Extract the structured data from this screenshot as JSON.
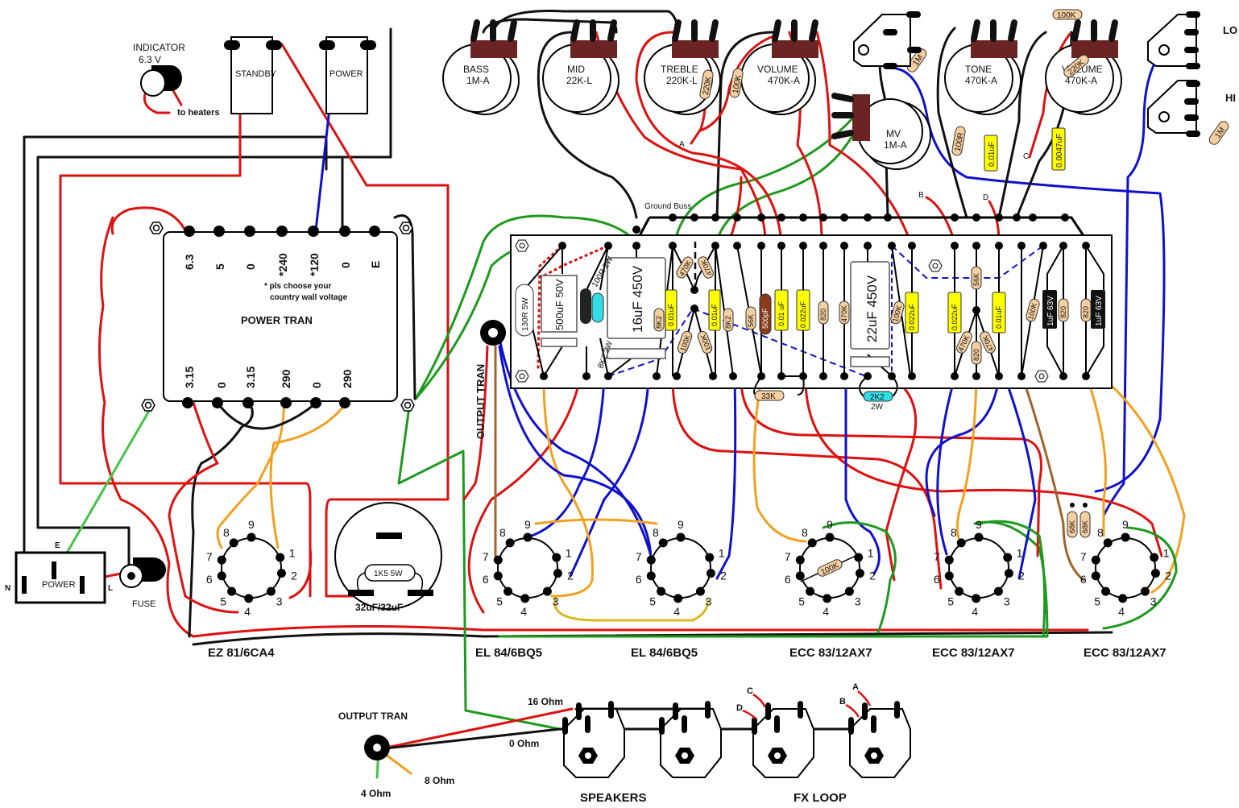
{
  "diagram": {
    "title": "Tube guitar amplifier point-to-point wiring layout",
    "colors": {
      "wire_red": "#dd1111",
      "wire_black": "#111111",
      "wire_blue": "#1111cc",
      "wire_green": "#1d9a1d",
      "wire_orange": "#f2a01e",
      "wire_brown": "#a0632c",
      "resistor": "#f5cfa0",
      "capacitor_film": "#ffff00",
      "capacitor_electrolytic": "#ffffff",
      "pot_lug": "#6b2323",
      "cap_ceramic": "#8b3a1a",
      "resistor_power_cyan": "#33dde8"
    },
    "indicator": {
      "label_line1": "INDICATOR",
      "label_line2": "6.3 V",
      "note": "to heaters"
    },
    "switches": [
      {
        "label": "STANDBY"
      },
      {
        "label": "POWER"
      }
    ],
    "power_transformer": {
      "title": "POWER TRAN",
      "note_line1": "* pls choose your",
      "note_line2": "country wall voltage",
      "top_taps": [
        "6.3",
        "5",
        "0",
        "*240",
        "*120",
        "0",
        "E"
      ],
      "bottom_taps": [
        "3.15",
        "0",
        "3.15",
        "290",
        "0",
        "290"
      ]
    },
    "iec_inlet": {
      "label": "POWER",
      "pins": [
        "N",
        "E",
        "L"
      ]
    },
    "fuse": {
      "label": "FUSE"
    },
    "filter_cap_can": {
      "resistor": "1K5 5W",
      "label": "32uF/32uF"
    },
    "output_transformer_top": {
      "label": "OUTPUT TRAN"
    },
    "pots": [
      {
        "name": "BASS",
        "value": "1M-A"
      },
      {
        "name": "MID",
        "value": "22K-L"
      },
      {
        "name": "TREBLE",
        "value": "220K-L"
      },
      {
        "name": "VOLUME",
        "value": "470K-A"
      },
      {
        "name": "MV",
        "value": "1M-A"
      },
      {
        "name": "TONE",
        "value": "470K-A"
      },
      {
        "name": "VOLUME",
        "value": "470K-A"
      }
    ],
    "pot_area_parts": {
      "treble_res": "220K",
      "vol_res": "100K",
      "input_res": "1M",
      "tone_res": "100R",
      "tone_cap": "0.01uF",
      "vol2_cap": "0.0047uF",
      "vol2_res": "220K",
      "bridge_res": "100K",
      "hi_res": "1M"
    },
    "inputs": {
      "lo": "LO",
      "hi": "HI"
    },
    "junction_letters": [
      "A",
      "B",
      "C",
      "D"
    ],
    "ground_buss": {
      "label": "Ground Buss"
    },
    "board": {
      "electrolytics": [
        {
          "label": "500uF 50V"
        },
        {
          "label": "16uF 450V"
        },
        {
          "label": "22uF 450V"
        },
        {
          "label": "1uF 63V"
        },
        {
          "label": "1uF 63V"
        }
      ],
      "resistors": [
        "130R 5W",
        "100R 2W",
        "8K2 2W",
        "8K2",
        "470K",
        "470K",
        "100K",
        "100K",
        "8K2",
        "56K",
        "820",
        "470K",
        "100K",
        "56K",
        "470K",
        "820",
        "470K",
        "100K",
        "820",
        "820"
      ],
      "caps": [
        "0.01uF",
        "0.01uF",
        "500pF",
        "0.01 uF",
        "0.022uF",
        "0.022uF",
        "0.022uF",
        "0.01uF"
      ],
      "below_board": {
        "r33k": "33K",
        "r2k2": "2K2",
        "r2k2_rating": "2W"
      }
    },
    "tubes": [
      {
        "label": "EZ 81/6CA4"
      },
      {
        "label": "EL 84/6BQ5"
      },
      {
        "label": "EL 84/6BQ5"
      },
      {
        "label": "ECC 83/12AX7",
        "internal_res": "100K"
      },
      {
        "label": "ECC 83/12AX7"
      },
      {
        "label": "ECC 83/12AX7",
        "grid_res": [
          "68K",
          "68K"
        ]
      }
    ],
    "pin_numbers": [
      "1",
      "2",
      "3",
      "4",
      "5",
      "6",
      "7",
      "8",
      "9"
    ],
    "output_section": {
      "label": "OUTPUT TRAN",
      "taps": {
        "t16": "16 Ohm",
        "t0": "0 Ohm",
        "t8": "8 Ohm",
        "t4": "4 Ohm"
      },
      "speakers_label": "SPEAKERS",
      "fx_label": "FX LOOP"
    }
  }
}
